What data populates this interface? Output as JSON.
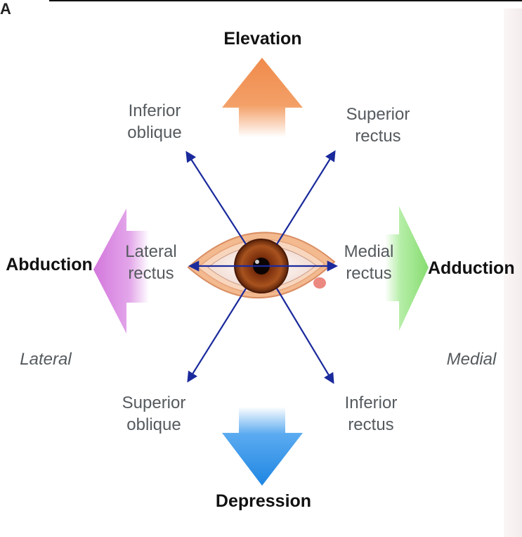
{
  "panel_label": "A",
  "center": "eye",
  "directions": {
    "up": "Elevation",
    "down": "Depression",
    "left": "Abduction",
    "right": "Adduction"
  },
  "sides": {
    "left": "Lateral",
    "right": "Medial"
  },
  "muscles": {
    "inferior_oblique": [
      "Inferior",
      "oblique"
    ],
    "superior_rectus": [
      "Superior",
      "rectus"
    ],
    "lateral_rectus": [
      "Lateral",
      "rectus"
    ],
    "medial_rectus": [
      "Medial",
      "rectus"
    ],
    "superior_oblique": [
      "Superior",
      "oblique"
    ],
    "inferior_rectus": [
      "Inferior",
      "rectus"
    ]
  },
  "colors": {
    "elevation_arrow": "#f08a4b",
    "depression_arrow": "#2a8fe6",
    "abduction_arrow": "#d77fe0",
    "adduction_arrow": "#8fe07a",
    "action_vectors": "#1a2a9c",
    "iris": "#8a3a12",
    "lid": "#f0b48a"
  },
  "icons": [
    "elevation-arrow-icon",
    "depression-arrow-icon",
    "abduction-arrow-icon",
    "adduction-arrow-icon",
    "eye-icon"
  ]
}
